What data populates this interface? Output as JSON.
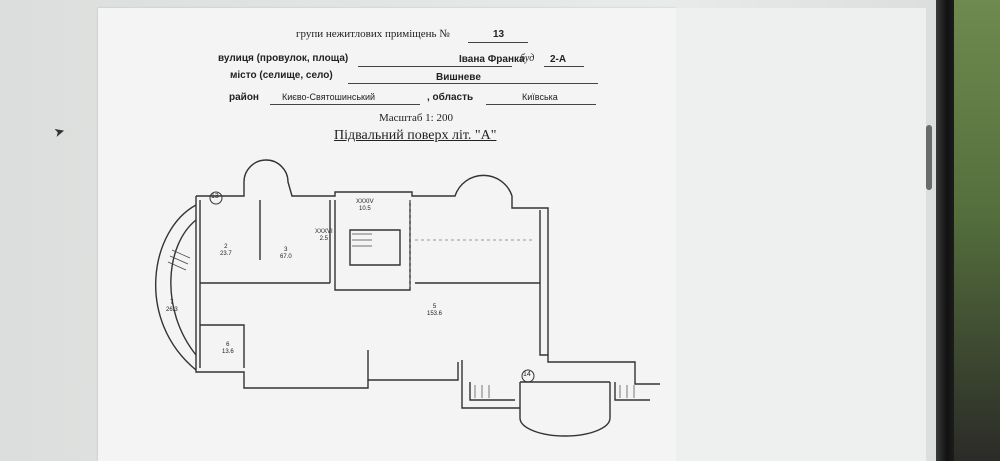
{
  "header": {
    "group_line": "групи нежитлових приміщень №",
    "group_number": "13",
    "street_label": "вулиця (провулок, площа)",
    "street_value": "Івана Франка",
    "building_label": "буд",
    "building_value": "2-А",
    "city_label": "місто (селище, село)",
    "city_value": "Вишневе",
    "district_label": "район",
    "district_value": "Києво-Святошинський",
    "region_label": ", область",
    "region_value": "Київська"
  },
  "plan": {
    "scale": "Масштаб 1: 200",
    "title": "Підвальний поверх літ. \"А\"",
    "rooms": [
      {
        "number": "2",
        "area": "23.7"
      },
      {
        "number": "3",
        "area": "67.0"
      },
      {
        "number": "XXXVI",
        "area": "2.5"
      },
      {
        "number": "XXXIV",
        "area": "10.5"
      },
      {
        "number": "7",
        "area": "26.3"
      },
      {
        "number": "6",
        "area": "13.6"
      },
      {
        "number": "5",
        "area": "153.6"
      }
    ],
    "markers": [
      "13",
      "14"
    ]
  }
}
